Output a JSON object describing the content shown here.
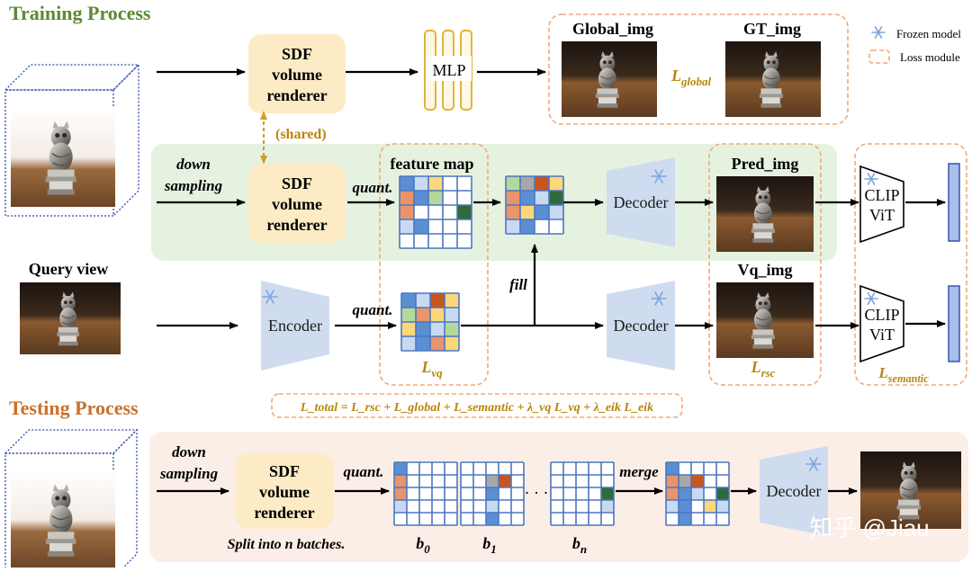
{
  "training": {
    "title": "Training Process",
    "sdf_top": [
      "SDF",
      "volume",
      "renderer"
    ],
    "sdf_mid": [
      "SDF",
      "volume",
      "renderer"
    ],
    "shared": "(shared)",
    "mlp": "MLP",
    "global_img": "Global_img",
    "gt_img": "GT_img",
    "down_sampling": [
      "down",
      "sampling"
    ],
    "quant_1": "quant.",
    "quant_2": "quant.",
    "feature_map": "feature map",
    "decoder_1": "Decoder",
    "decoder_2": "Decoder",
    "pred_img": "Pred_img",
    "vq_img": "Vq_img",
    "clip_1": [
      "CLIP",
      "ViT"
    ],
    "clip_2": [
      "CLIP",
      "ViT"
    ],
    "query_view": "Query view",
    "encoder": "Encoder",
    "fill": "fill",
    "loss_global": {
      "base": "L",
      "sub": "global"
    },
    "loss_vq": {
      "base": "L",
      "sub": "vq"
    },
    "loss_rsc": {
      "base": "L",
      "sub": "rsc"
    },
    "loss_semantic": {
      "base": "L",
      "sub": "semantic"
    },
    "loss_total": "L_total = L_rsc + L_global + L_semantic + λ_vq L_vq + λ_eik L_eik"
  },
  "legend": {
    "frozen": "Frozen model",
    "loss": "Loss module"
  },
  "testing": {
    "title": "Testing Process",
    "down_sampling": [
      "down",
      "sampling"
    ],
    "sdf": [
      "SDF",
      "volume",
      "renderer"
    ],
    "quant": "quant.",
    "split": "Split into n batches.",
    "merge": "merge",
    "dots": "· · ·",
    "decoder": "Decoder",
    "b0": {
      "base": "b",
      "sub": "0"
    },
    "b1": {
      "base": "b",
      "sub": "1"
    },
    "bn": {
      "base": "b",
      "sub": "n"
    }
  },
  "watermark": "知乎 @Jiau",
  "colors": {
    "title_train": "#5b8a35",
    "title_test": "#c9702c",
    "loss_text": "#b8860b",
    "sdf_fill": "#fdebc5",
    "mlp_stroke": "#e0b43a",
    "green_band": "#e6f2e0",
    "peach_band": "#fbeee6",
    "dash_orange": "#f1a97d",
    "decoder_fill": "#cfdcf0",
    "grid_stroke": "#4d76c0",
    "cell_blue": "#5b8fd4",
    "cell_orange": "#e9946a",
    "cell_yellow": "#fbd77a",
    "cell_green": "#b3d89c",
    "cell_lightblue": "#c7daf2",
    "cell_dark_green": "#2f6b3a",
    "cell_dark_orange": "#c8561e",
    "cell_gray": "#a7a7a7",
    "clip_bar": "#a9c1ea"
  }
}
